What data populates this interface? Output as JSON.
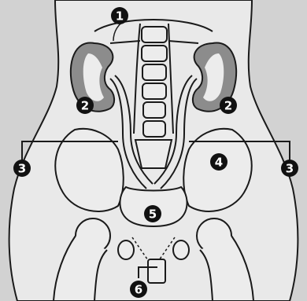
{
  "diagram": {
    "markers": [
      {
        "id": "m1",
        "label": "1"
      },
      {
        "id": "m2-left",
        "label": "2"
      },
      {
        "id": "m2-right",
        "label": "2"
      },
      {
        "id": "m3-left",
        "label": "3"
      },
      {
        "id": "m3-right",
        "label": "3"
      },
      {
        "id": "m4",
        "label": "4"
      },
      {
        "id": "m5",
        "label": "5"
      },
      {
        "id": "m6",
        "label": "6"
      }
    ],
    "colors": {
      "background": "#d2d2d2",
      "body": "#e9e9e9",
      "kidney": "#8c8c8c",
      "bone": "#ececec",
      "outline": "#1a1a1a",
      "marker": "#111111"
    }
  }
}
